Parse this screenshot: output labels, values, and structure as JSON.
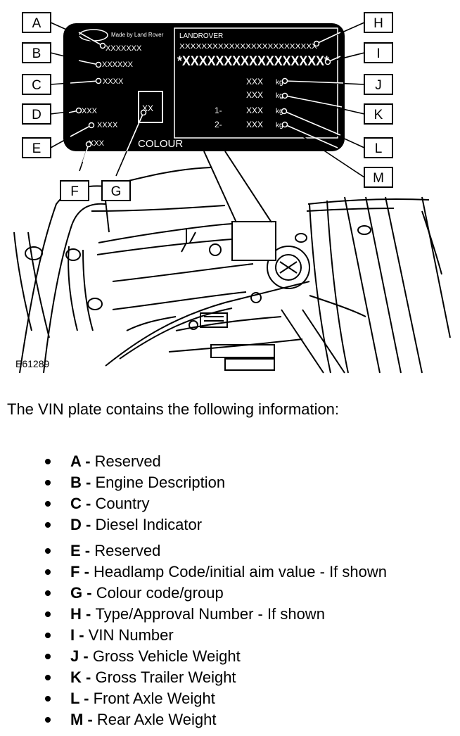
{
  "diagram": {
    "figure_code": "E61289",
    "callouts": [
      "A",
      "B",
      "C",
      "D",
      "E",
      "F",
      "G",
      "H",
      "I",
      "J",
      "K",
      "L",
      "M"
    ],
    "plate": {
      "maker_text": "Made by Land Rover",
      "brand_text": "LANDROVER",
      "colour_text": "COLOUR",
      "colour_code": "XX",
      "field_a": "XXXXXXX",
      "field_b": "XXXXXX",
      "field_c": "XXXX",
      "field_d": "XXX",
      "field_e": "XXXX",
      "field_f": "XXX",
      "type_approval": "XXXXXXXXXXXXXXXXXXXXXXXXX",
      "vin": "*XXXXXXXXXXXXXXXXX*",
      "weight_value": "XXX",
      "weight_unit": "kg",
      "axle_1": "1-",
      "axle_2": "2-"
    }
  },
  "intro": "The VIN plate contains the following information:",
  "legend": [
    {
      "letter": "A",
      "sep": " - ",
      "text": "Reserved"
    },
    {
      "letter": "B",
      "sep": " - ",
      "text": "Engine Description"
    },
    {
      "letter": "C",
      "sep": " - ",
      "text": "Country"
    },
    {
      "letter": "D",
      "sep": " - ",
      "text": "Diesel Indicator"
    },
    {
      "letter": "E",
      "sep": " - ",
      "text": "Reserved"
    },
    {
      "letter": "F",
      "sep": " - ",
      "text": "Headlamp Code/initial aim value - If shown"
    },
    {
      "letter": "G",
      "sep": " - ",
      "text": "Colour code/group"
    },
    {
      "letter": "H",
      "sep": " - ",
      "text": "Type/Approval Number - If shown"
    },
    {
      "letter": "I",
      "sep": " - ",
      "text": "VIN Number"
    },
    {
      "letter": "J",
      "sep": " - ",
      "text": "Gross Vehicle Weight"
    },
    {
      "letter": "K",
      "sep": " - ",
      "text": "Gross Trailer Weight"
    },
    {
      "letter": "L",
      "sep": " - ",
      "text": "Front Axle Weight"
    },
    {
      "letter": "M",
      "sep": " - ",
      "text": "Rear Axle Weight"
    }
  ]
}
